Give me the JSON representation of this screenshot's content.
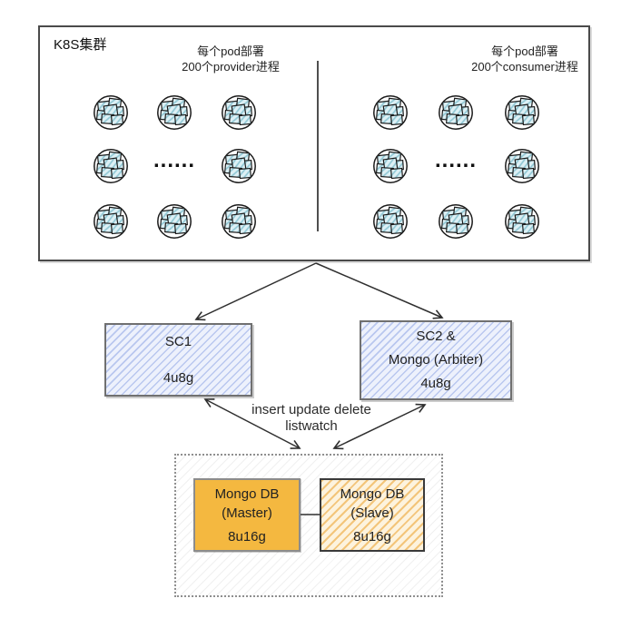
{
  "k8s": {
    "title": "K8S集群",
    "provider_label": "每个pod部署\n200个provider进程",
    "consumer_label": "每个pod部署\n200个consumer进程",
    "ellipsis": "......"
  },
  "sc1": {
    "title": "SC1",
    "spec": "4u8g"
  },
  "sc2": {
    "title": "SC2 &\nMongo (Arbiter)",
    "spec": "4u8g"
  },
  "ops_label": "insert update delete\nlistwatch",
  "mongo": {
    "master": {
      "title": "Mongo DB\n(Master)",
      "spec": "8u16g"
    },
    "slave": {
      "title": "Mongo DB\n(Slave)",
      "spec": "8u16g"
    }
  },
  "icons": {
    "pod_icon": "kubernetes-pod (circle filled with overlapping hatched squares)"
  },
  "colors": {
    "sc_fill": "#edf1fc",
    "sc_hatch": "#b9c7ef",
    "master_fill": "#f4b840",
    "slave_fill": "#fdf3de",
    "slave_hatch": "#f3c57a",
    "pod_fill": "#ddf0f5",
    "pod_hatch": "#8fc7d4",
    "border_dark": "#4a4a4a",
    "arrow": "#2f2f2f"
  }
}
